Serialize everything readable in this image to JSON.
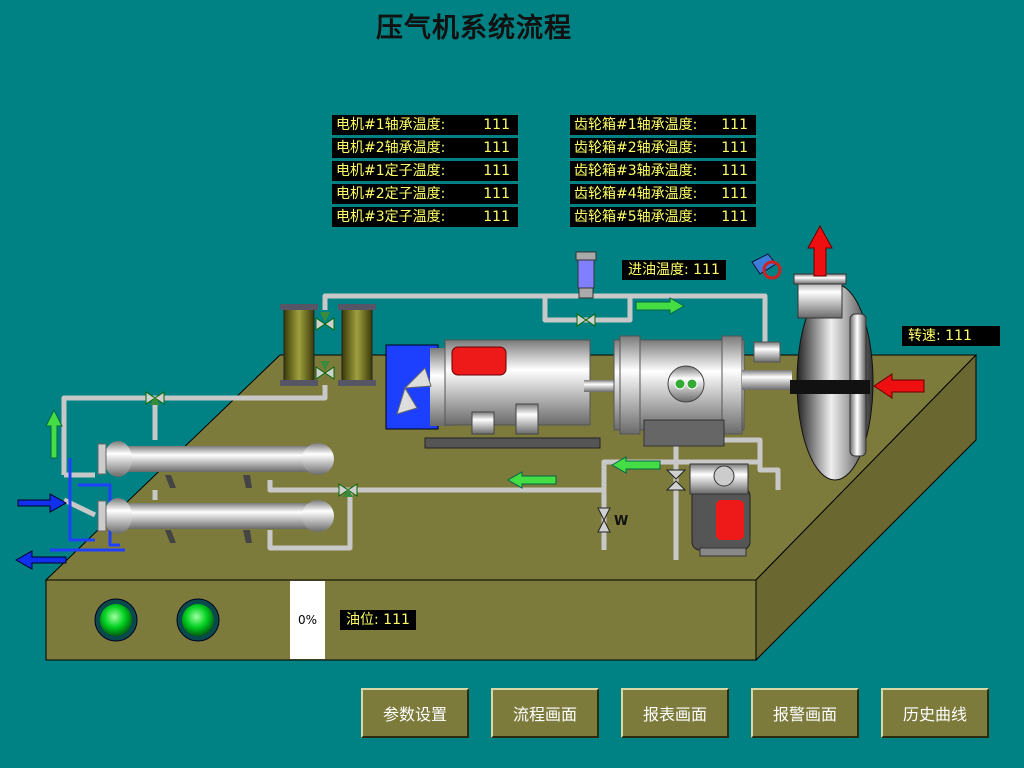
{
  "title": "压气机系统流程",
  "motor_readouts": [
    {
      "label": "电机#1轴承温度:",
      "value": "111"
    },
    {
      "label": "电机#2轴承温度:",
      "value": "111"
    },
    {
      "label": "电机#1定子温度:",
      "value": "111"
    },
    {
      "label": "电机#2定子温度:",
      "value": "111"
    },
    {
      "label": "电机#3定子温度:",
      "value": "111"
    }
  ],
  "gearbox_readouts": [
    {
      "label": "齿轮箱#1轴承温度:",
      "value": "111"
    },
    {
      "label": "齿轮箱#2轴承温度:",
      "value": "111"
    },
    {
      "label": "齿轮箱#3轴承温度:",
      "value": "111"
    },
    {
      "label": "齿轮箱#4轴承温度:",
      "value": "111"
    },
    {
      "label": "齿轮箱#5轴承温度:",
      "value": "111"
    }
  ],
  "oil_inlet_temp": "进油温度: 111",
  "speed": "转速: 111",
  "oil_level": "油位: 111",
  "tank_percent": "0%",
  "valve_tag": "W",
  "nav": [
    "参数设置",
    "流程画面",
    "报表画面",
    "报警画面",
    "历史曲线"
  ],
  "colors": {
    "background": "#008284",
    "platform": "#7d7b3c",
    "readout_text": "#ffff66",
    "indicator": "#00dd22"
  }
}
